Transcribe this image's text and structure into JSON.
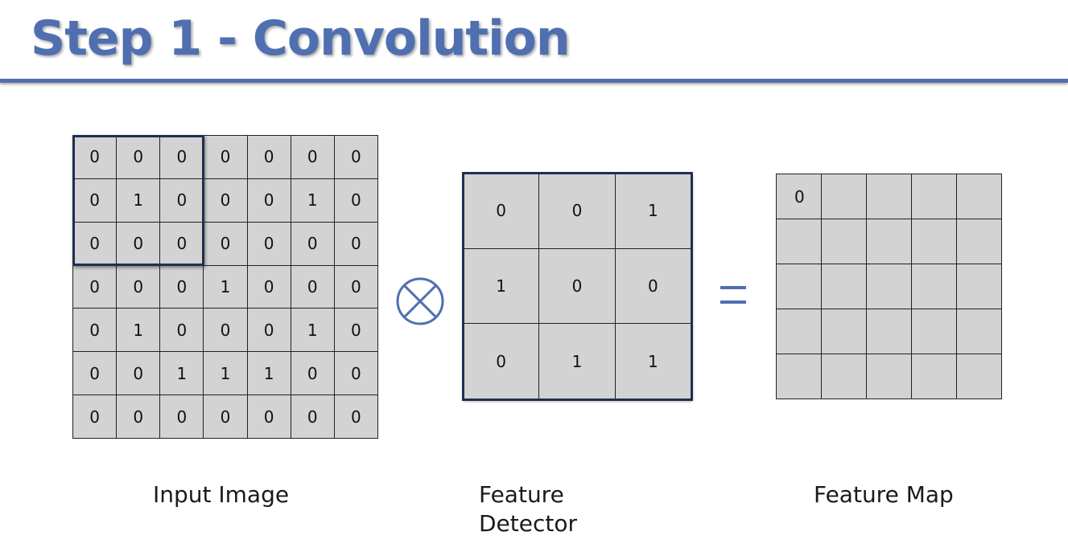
{
  "slide": {
    "title": "Step 1 - Convolution"
  },
  "input_image": {
    "label": "Input Image",
    "rows": [
      [
        "0",
        "0",
        "0",
        "0",
        "0",
        "0",
        "0"
      ],
      [
        "0",
        "1",
        "0",
        "0",
        "0",
        "1",
        "0"
      ],
      [
        "0",
        "0",
        "0",
        "0",
        "0",
        "0",
        "0"
      ],
      [
        "0",
        "0",
        "0",
        "1",
        "0",
        "0",
        "0"
      ],
      [
        "0",
        "1",
        "0",
        "0",
        "0",
        "1",
        "0"
      ],
      [
        "0",
        "0",
        "1",
        "1",
        "1",
        "0",
        "0"
      ],
      [
        "0",
        "0",
        "0",
        "0",
        "0",
        "0",
        "0"
      ]
    ]
  },
  "feature_detector": {
    "label_line1": "Feature",
    "label_line2": "Detector",
    "rows": [
      [
        "0",
        "0",
        "1"
      ],
      [
        "1",
        "0",
        "0"
      ],
      [
        "0",
        "1",
        "1"
      ]
    ]
  },
  "feature_map": {
    "label": "Feature Map",
    "rows": [
      [
        "0",
        "",
        "",
        "",
        ""
      ],
      [
        "",
        "",
        "",
        "",
        ""
      ],
      [
        "",
        "",
        "",
        "",
        ""
      ],
      [
        "",
        "",
        "",
        "",
        ""
      ],
      [
        "",
        "",
        "",
        "",
        ""
      ]
    ]
  },
  "colors": {
    "accent": "#4f6fb0",
    "cell_fill": "#d3d3d3",
    "highlight_border": "#1f2f4f"
  },
  "icons": {
    "operator_convolve": "circled-times-icon",
    "operator_equals": "equals-icon"
  }
}
